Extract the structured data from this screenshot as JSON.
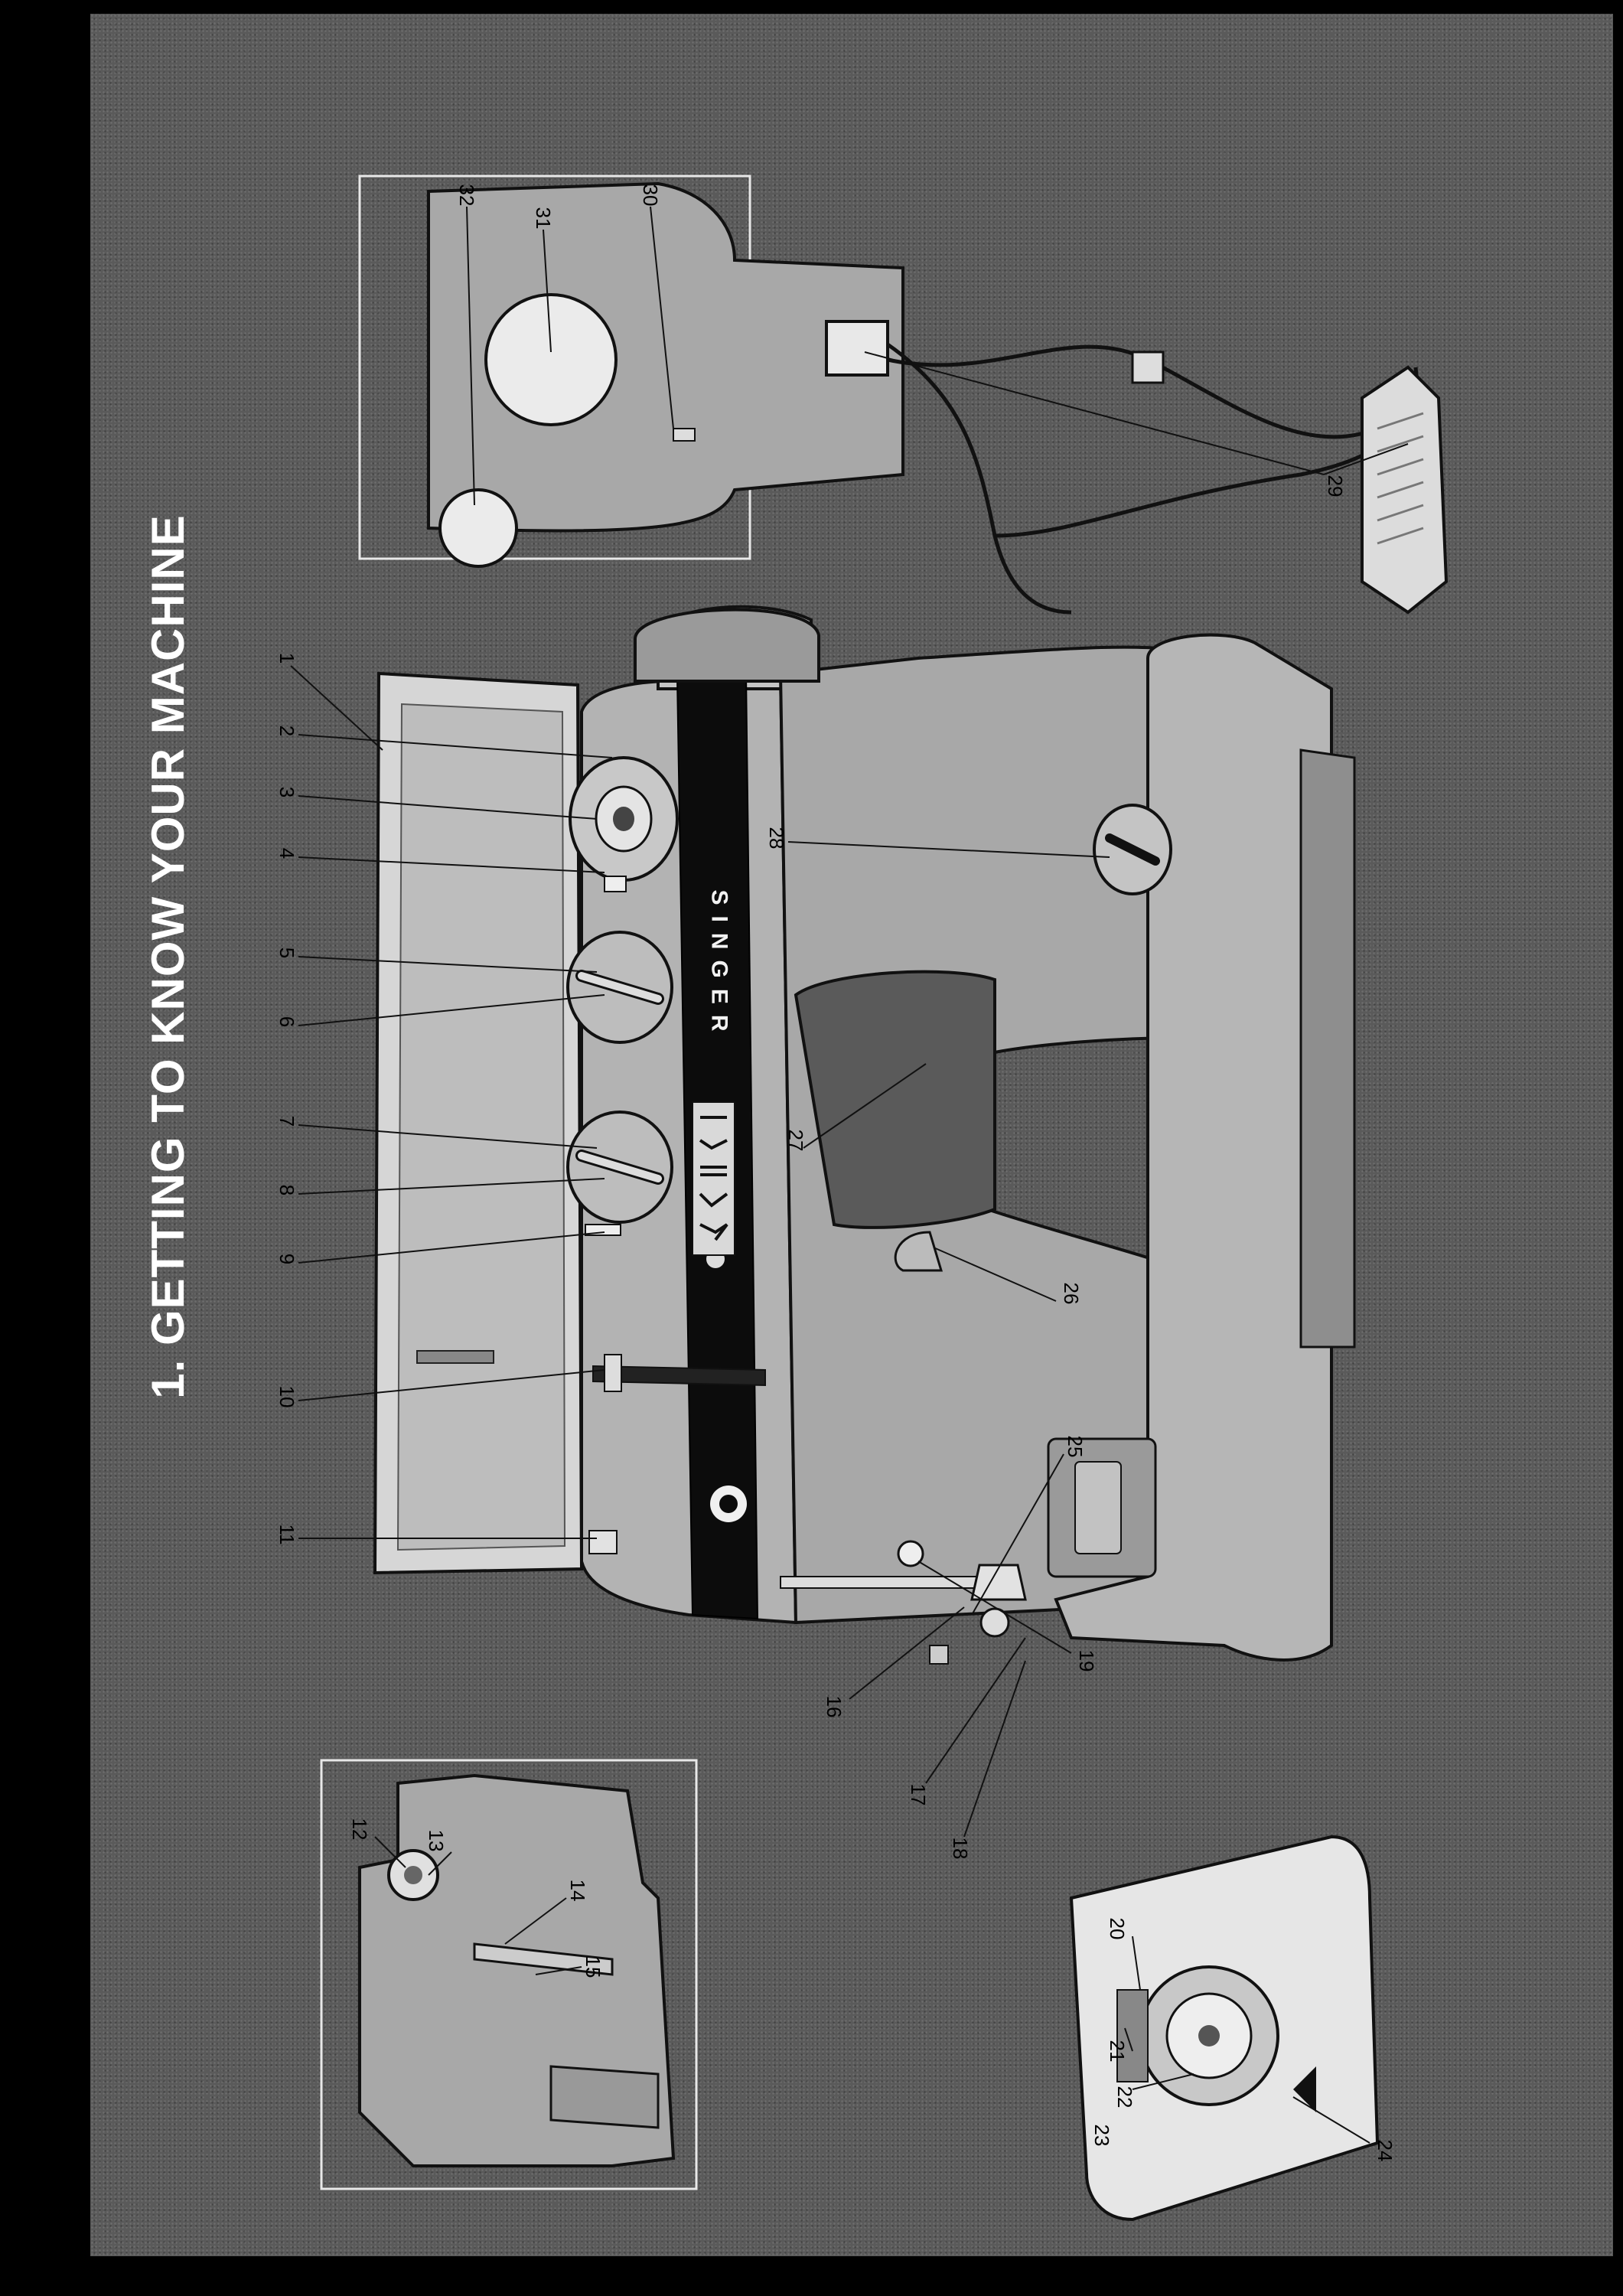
{
  "title": "1. GETTING TO KNOW YOUR MACHINE",
  "brand": "SINGER",
  "callouts": {
    "c1": "1",
    "c2": "2",
    "c3": "3",
    "c4": "4",
    "c5": "5",
    "c6": "6",
    "c7": "7",
    "c8": "8",
    "c9": "9",
    "c10": "10",
    "c11": "11",
    "c12": "12",
    "c13": "13",
    "c14": "14",
    "c15": "15",
    "c16": "16",
    "c17": "17",
    "c18": "18",
    "c19": "19",
    "c20": "20",
    "c21": "21",
    "c22": "22",
    "c23": "23",
    "c24": "24",
    "c25": "25",
    "c26": "26",
    "c27": "27",
    "c28": "28",
    "c29": "29",
    "c30": "30",
    "c31": "31",
    "c32": "32"
  },
  "colors": {
    "background": "#5a5a5a",
    "machine_body": "#a8a8a8",
    "machine_light": "#d6d6d6",
    "black_band": "#0c0c0c",
    "callout_line": "#111111",
    "frame": "#e8e8e8"
  }
}
